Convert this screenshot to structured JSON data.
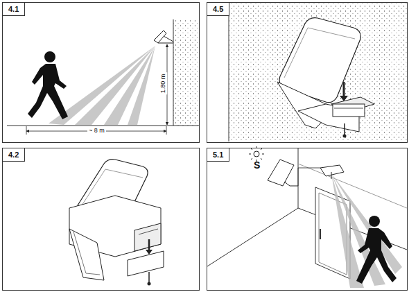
{
  "diagram": {
    "nodes": [
      {
        "text": [
          "4.1"
        ]
      },
      {
        "text": [
          "4.5"
        ]
      },
      {
        "text": [
          "4.2"
        ]
      },
      {
        "text": [
          "5.1"
        ]
      }
    ],
    "labels": [
      "1.80 m",
      "~ 8 m",
      "S"
    ]
  }
}
